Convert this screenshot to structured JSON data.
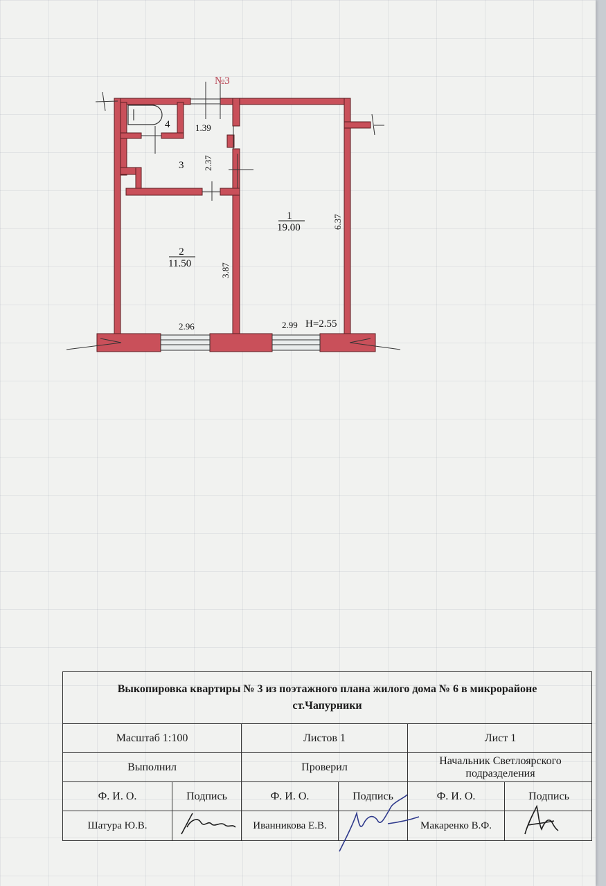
{
  "plan": {
    "apartment_label": "№3",
    "rooms": [
      {
        "number": "1",
        "area": "19.00"
      },
      {
        "number": "2",
        "area": "11.50"
      },
      {
        "number": "3"
      },
      {
        "number": "4"
      }
    ],
    "dimensions": [
      "1.39",
      "2.37",
      "6.37",
      "3.87",
      "2.96",
      "2.99"
    ],
    "height_label": "H=2.55"
  },
  "stamp": {
    "title_line1": "Выкопировка квартиры № 3 из поэтажного плана жилого дома № 6 в микрорайоне",
    "title_line2": "ст.Чапурники",
    "scale": "Масштаб  1:100",
    "sheets": "Листов 1",
    "sheet": "Лист 1",
    "performed": "Выполнил",
    "checked": "Проверил",
    "head": "Начальник Светлоярского подразделения",
    "fio_label": "Ф. И. О.",
    "sign_label": "Подпись",
    "performer": "Шатура Ю.В.",
    "checker": "Иванникова Е.В.",
    "chief": "Макаренко В.Ф."
  },
  "colors": {
    "wall": "#c9505a",
    "ink": "#2f3a8c"
  }
}
